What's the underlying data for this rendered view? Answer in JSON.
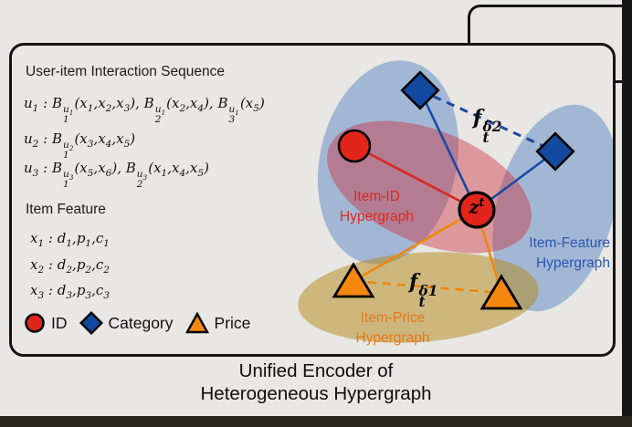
{
  "panel": {
    "interaction_title": "User-item Interaction Sequence",
    "sequences": [
      "u_1 : B_1^{u_1}(x_1,x_2,x_3), B_2^{u_1}(x_2,x_4), B_3^{u_1}(x_5)",
      "u_2 : B_1^{u_2}(x_3,x_4,x_5)",
      "u_3 : B_1^{u_3}(x_5,x_6), B_2^{u_3}(x_1,x_4,x_5)"
    ],
    "feature_title": "Item Feature",
    "features": [
      "x_1 : d_1,p_1,c_1",
      "x_2 : d_2,p_2,c_2",
      "x_3 : d_3,p_3,c_3"
    ],
    "legend": {
      "items": [
        {
          "shape": "circle",
          "color": "#e2251b",
          "label": "ID"
        },
        {
          "shape": "diamond",
          "color": "#1449a0",
          "label": "Category"
        },
        {
          "shape": "triangle",
          "color": "#f5870f",
          "label": "Price"
        }
      ]
    }
  },
  "diagram": {
    "hyperedge_labels": {
      "item_id": "Item-ID\nHypergraph",
      "item_feature": "Item-Feature\nHypergraph",
      "item_price": "Item-Price\nHypergraph"
    },
    "hyperedge_colors": {
      "item_id_text": "#e0281c",
      "item_feature_text": "#2b56b0",
      "item_price_text": "#e87818",
      "item_id_fill": "rgba(205,35,50,0.40)",
      "item_feature_fill": "rgba(77,124,193,0.45)",
      "item_price_fill": "rgba(178,136,22,0.50)"
    },
    "f_top_label": "f_t^{δ2}",
    "f_bottom_label": "f_t^{δ1}",
    "z_node_label": "z^t"
  },
  "caption": "Unified Encoder of\nHeterogeneous Hypergraph"
}
